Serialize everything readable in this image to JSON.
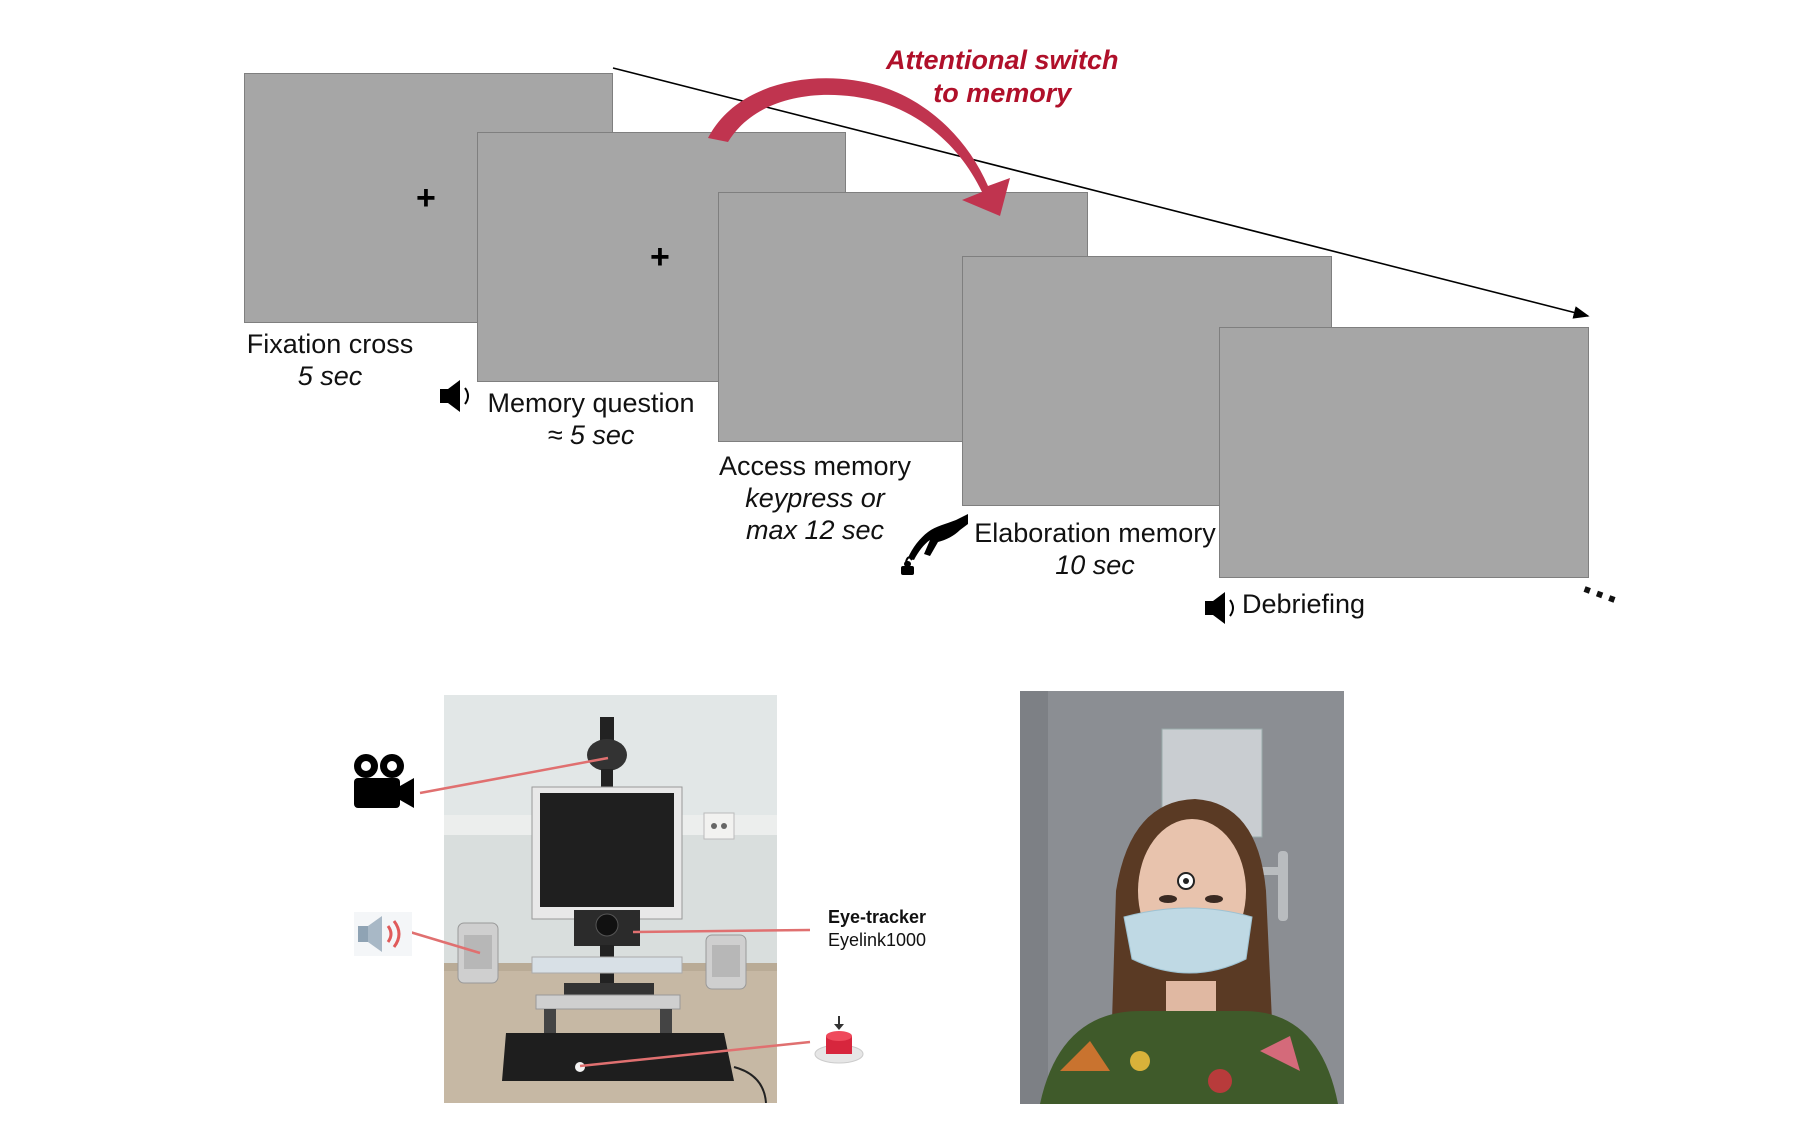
{
  "timeline": {
    "attentional_switch": [
      "Attentional switch",
      "to memory"
    ],
    "fixation_symbol": "+",
    "ellipsis": "...",
    "steps": [
      {
        "title": "Fixation cross",
        "duration": [
          "5 sec"
        ]
      },
      {
        "title": "Memory question",
        "duration": [
          "≈ 5 sec"
        ]
      },
      {
        "title": "Access memory",
        "duration": [
          "keypress or",
          "max 12 sec"
        ]
      },
      {
        "title": "Elaboration memory",
        "duration": [
          "10 sec"
        ]
      },
      {
        "title": "Debriefing",
        "duration": []
      }
    ]
  },
  "setup": {
    "eye_tracker_title": "Eye-tracker",
    "eye_tracker_model": "Eyelink1000",
    "icons": [
      "video-camera-icon",
      "speaker-icon",
      "response-button-icon"
    ]
  },
  "colors": {
    "screen": "#a6a6a6",
    "accent": "#b0102a",
    "arrow": "#c0344f",
    "pointer": "#e07070"
  }
}
